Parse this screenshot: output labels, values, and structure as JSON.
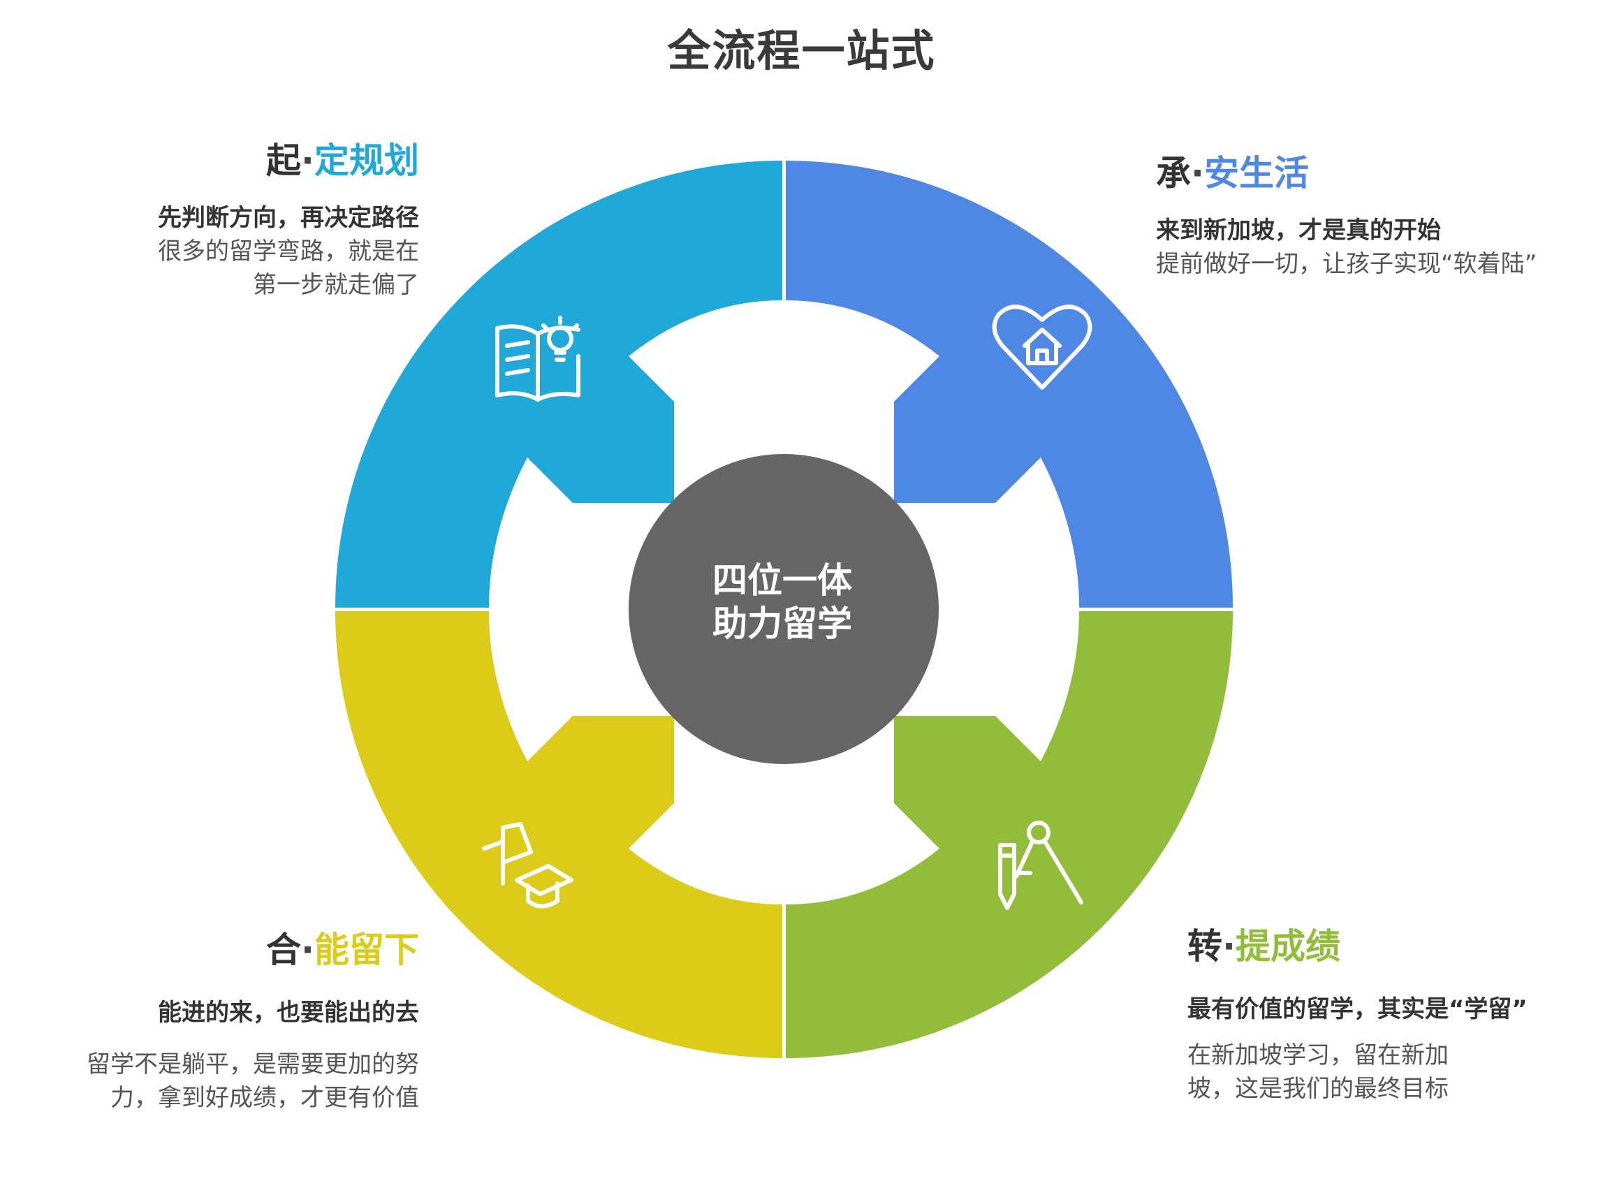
{
  "title": "全流程一站式",
  "center": {
    "line1": "四位一体",
    "line2": "助力留学"
  },
  "colors": {
    "top_left": "#1fa8d8",
    "top_right": "#4e88e4",
    "bottom_right": "#92bd3a",
    "bottom_left": "#dccb18",
    "center": "#666666"
  },
  "sections": {
    "top_left": {
      "prefix": "起",
      "sep": "·",
      "title": "定规划",
      "subtitle": "先判断方向，再决定路径",
      "desc_line1": "很多的留学弯路，就是在",
      "desc_line2": "第一步就走偏了",
      "icon": "book-lightbulb-icon"
    },
    "top_right": {
      "prefix": "承",
      "sep": "·",
      "title": "安生活",
      "subtitle": "来到新加坡，才是真的开始",
      "desc_line1": "提前做好一切，让孩子实现“软着陆”",
      "icon": "heart-home-icon"
    },
    "bottom_right": {
      "prefix": "转",
      "sep": "·",
      "title": "提成绩",
      "subtitle": "最有价值的留学，其实是“学留”",
      "desc_line1": "在新加坡学习，留在新加",
      "desc_line2": "坡，这是我们的最终目标",
      "icon": "pen-compass-icon"
    },
    "bottom_left": {
      "prefix": "合",
      "sep": "·",
      "title": "能留下",
      "subtitle": "能进的来，也要能出的去",
      "desc_line1": "留学不是躺平，是需要更加的努",
      "desc_line2": "力，拿到好成绩，才更有价值",
      "icon": "flag-graduation-cap-icon"
    }
  }
}
